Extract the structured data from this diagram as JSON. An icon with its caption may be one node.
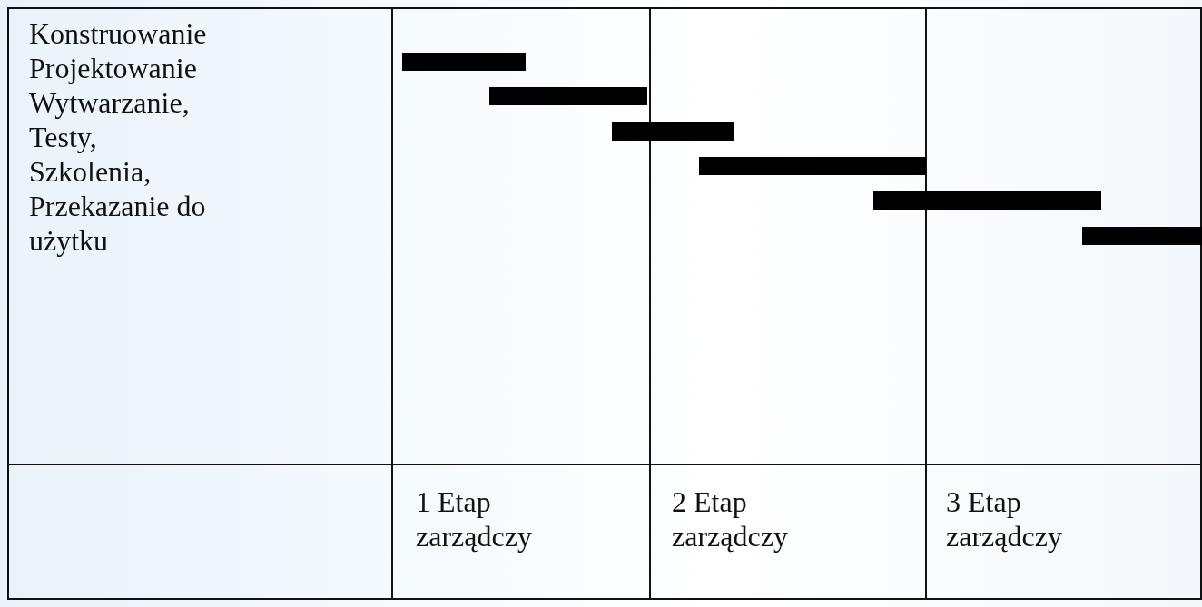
{
  "diagram": {
    "nodes": [
      {
        "text": [],
        "shape": "bar"
      },
      {
        "text": [],
        "shape": "bar"
      },
      {
        "text": [],
        "shape": "bar"
      },
      {
        "text": [],
        "shape": "bar"
      },
      {
        "text": [],
        "shape": "bar"
      },
      {
        "text": [],
        "shape": "bar"
      }
    ],
    "labels": [
      "Konstruowanie",
      "Projektowanie",
      "Wytwarzanie,",
      "Testy,",
      "Szkolenia,",
      "Przekazanie do użytku",
      "1 Etap zarządczy",
      "2 Etap zarządczy",
      "3 Etap zarządczy"
    ]
  }
}
